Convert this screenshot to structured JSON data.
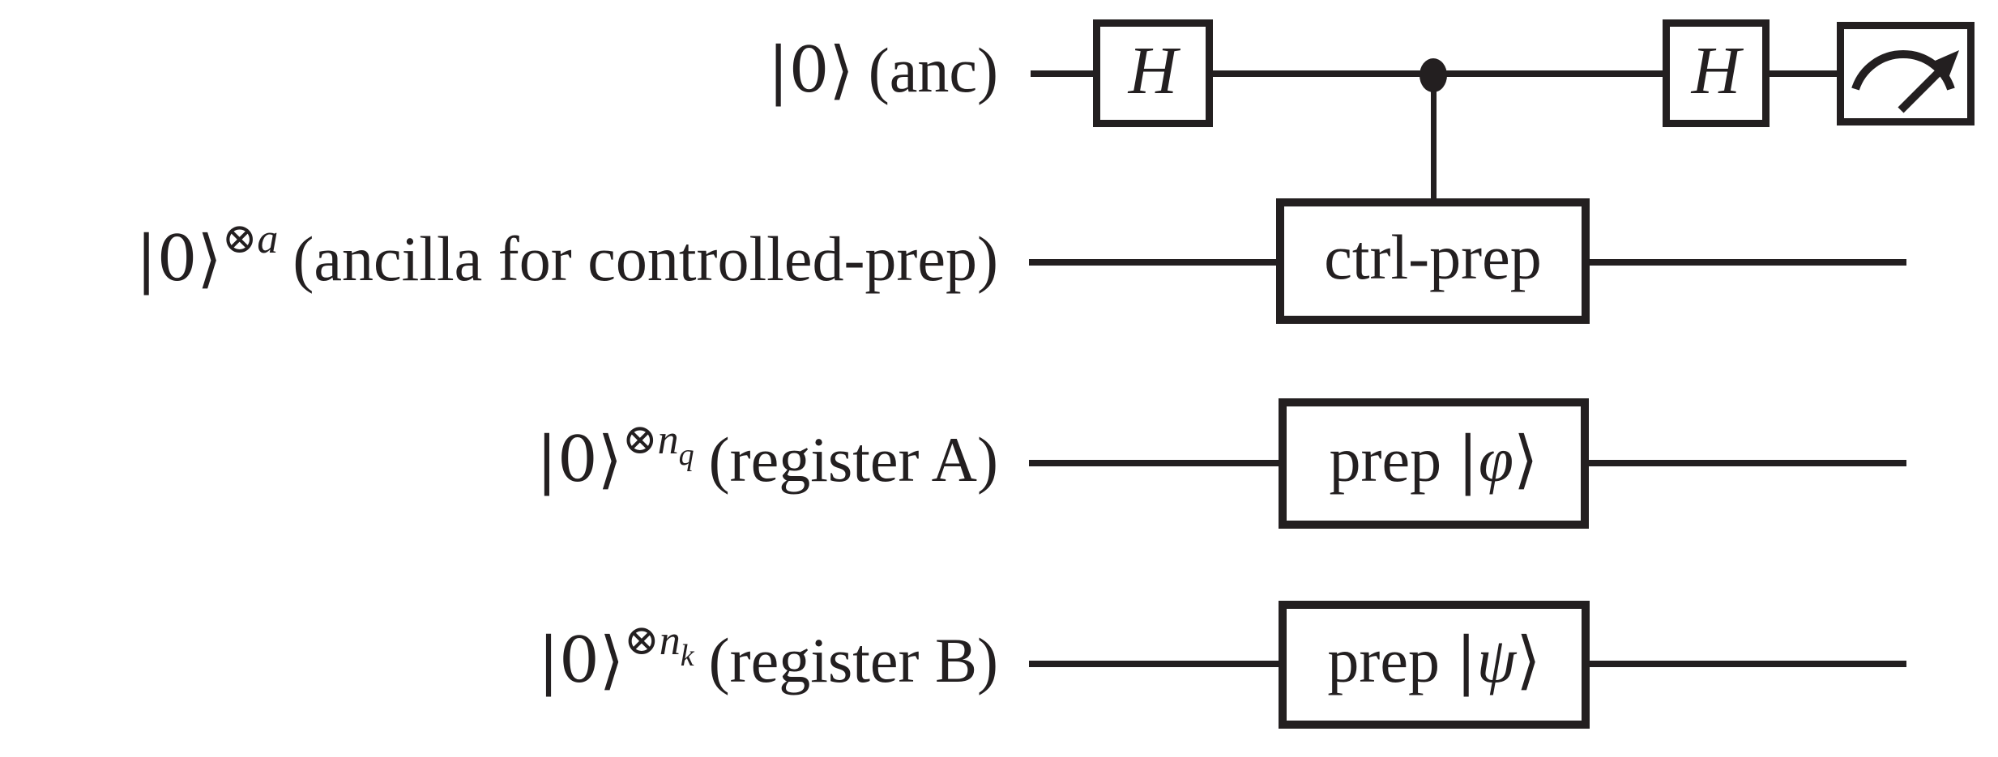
{
  "figure": {
    "type": "quantum_circuit_diagram",
    "ink_color": "#231f20",
    "rows": [
      {
        "ket": "|0⟩",
        "sup_op": "",
        "sup_var": "",
        "sub_var": "",
        "desc": "(anc)"
      },
      {
        "ket": "|0⟩",
        "sup_op": "⊗",
        "sup_var": "a",
        "sub_var": "",
        "desc": "(ancilla for controlled-prep)"
      },
      {
        "ket": "|0⟩",
        "sup_op": "⊗",
        "sup_var": "n",
        "sub_var": "q",
        "desc": "(register A)"
      },
      {
        "ket": "|0⟩",
        "sup_op": "⊗",
        "sup_var": "n",
        "sub_var": "k",
        "desc": "(register B)"
      }
    ],
    "gates": {
      "h1": "H",
      "h2": "H",
      "ctrl_prep": "ctrl-prep",
      "prep_a_word": "prep",
      "prep_a_bar": "|",
      "prep_a_greek": "φ",
      "prep_a_close": "⟩",
      "prep_b_word": "prep",
      "prep_b_bar": "|",
      "prep_b_greek": "ψ",
      "prep_b_close": "⟩"
    },
    "measurement_icon": "gauge-icon"
  }
}
